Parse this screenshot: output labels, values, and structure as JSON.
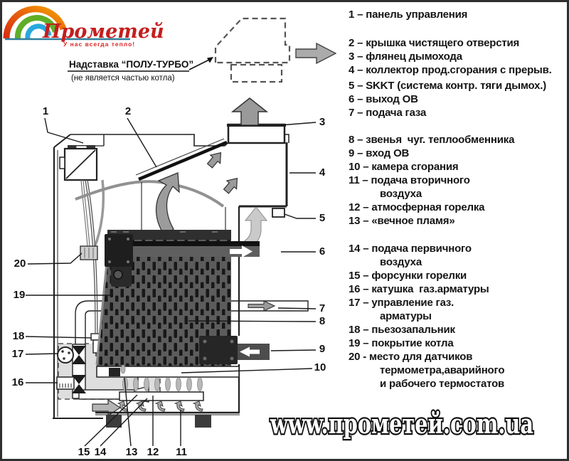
{
  "logo": {
    "title": "Прометей",
    "tagline": "У нас всегда тепло!"
  },
  "annotation": {
    "title": "Надставка “ПОЛУ-ТУРБО”",
    "note": "(не является частью котла)"
  },
  "legend": {
    "items": [
      {
        "num": "1",
        "sep": "–",
        "text": "панель управления",
        "cont": []
      },
      {
        "num": "2",
        "sep": "–",
        "text": "крышка чистящего отверстия",
        "cont": []
      },
      {
        "num": "3",
        "sep": "–",
        "text": "флянец дымохода",
        "cont": []
      },
      {
        "num": "4",
        "sep": "–",
        "text": "коллектор прод.сгорания с прерыв.",
        "cont": []
      },
      {
        "num": "5",
        "sep": "–",
        "text": "SKKT (система контр. тяги дымох.)",
        "cont": []
      },
      {
        "num": "6",
        "sep": "–",
        "text": "выход ОВ",
        "cont": []
      },
      {
        "num": "7",
        "sep": "–",
        "text": "подача газа",
        "cont": []
      },
      {
        "num": "8",
        "sep": "–",
        "text": "звенья  чуг. теплообменника",
        "cont": []
      },
      {
        "num": "9",
        "sep": "–",
        "text": "вход ОВ",
        "cont": []
      },
      {
        "num": "10",
        "sep": "–",
        "text": "камера сгорания",
        "cont": []
      },
      {
        "num": "11",
        "sep": "–",
        "text": "подача вторичного",
        "cont": [
          "воздуха"
        ]
      },
      {
        "num": "12",
        "sep": "–",
        "text": "атмосферная горелка",
        "cont": []
      },
      {
        "num": "13",
        "sep": "–",
        "text": "«вечное пламя»",
        "cont": []
      },
      {
        "num": "14",
        "sep": "–",
        "text": "подача первичного",
        "cont": [
          "воздуха"
        ]
      },
      {
        "num": "15",
        "sep": "–",
        "text": "форсунки горелки",
        "cont": []
      },
      {
        "num": "16",
        "sep": "–",
        "text": "катушка  газ.арматуры",
        "cont": []
      },
      {
        "num": "17",
        "sep": "–",
        "text": "управление газ.",
        "cont": [
          "арматуры"
        ]
      },
      {
        "num": "18",
        "sep": "–",
        "text": "пьезозапальник",
        "cont": []
      },
      {
        "num": "19",
        "sep": "–",
        "text": "покрытие котла",
        "cont": []
      },
      {
        "num": "20",
        "sep": "-",
        "text": "место для датчиков",
        "cont": [
          "термометра,аварийного",
          "и рабочего термостатов"
        ]
      }
    ]
  },
  "diagram": {
    "callouts": [
      "1",
      "2",
      "3",
      "4",
      "5",
      "6",
      "7",
      "8",
      "9",
      "10",
      "11",
      "12",
      "13",
      "14",
      "15",
      "16",
      "17",
      "18",
      "19",
      "20"
    ]
  },
  "watermark": {
    "text": "www.прометей.com.ua"
  },
  "colors": {
    "brand_red": "#c41e1e",
    "brand_teal": "#2e7f9e",
    "arrow_gray": "#9a9a9a",
    "exchanger_gray": "#5c5c5c"
  }
}
